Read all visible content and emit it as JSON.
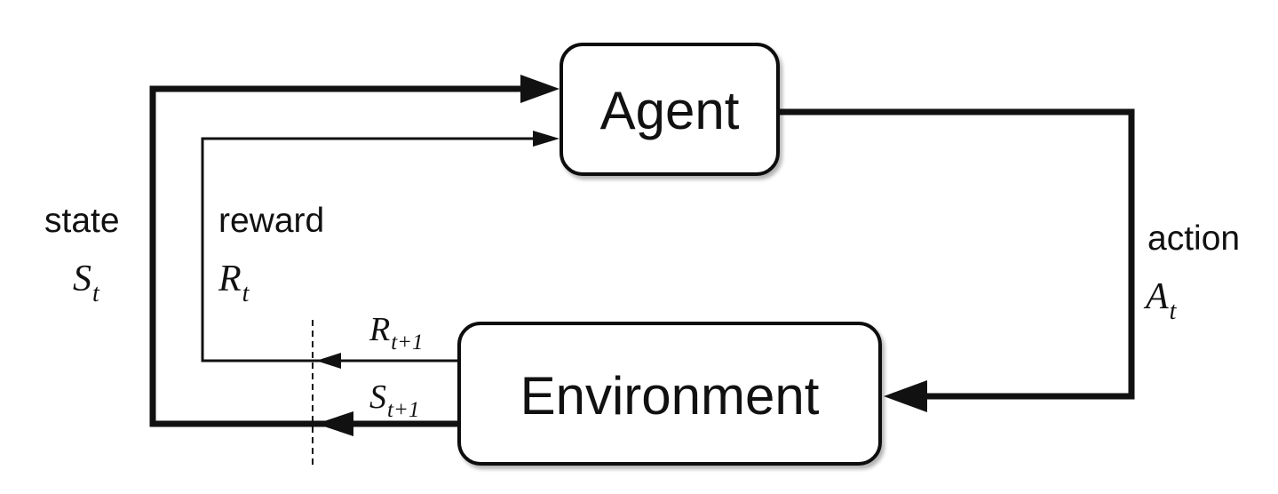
{
  "boxes": {
    "agent": "Agent",
    "environment": "Environment"
  },
  "signals": {
    "state": {
      "label": "state",
      "symbol": "S",
      "subscript": "t"
    },
    "reward": {
      "label": "reward",
      "symbol": "R",
      "subscript": "t"
    },
    "action": {
      "label": "action",
      "symbol": "A",
      "subscript": "t"
    },
    "next_reward": {
      "symbol": "R",
      "subscript": "t+1"
    },
    "next_state": {
      "symbol": "S",
      "subscript": "t+1"
    }
  },
  "colors": {
    "stroke": "#111111",
    "box_fill": "#ffffff",
    "box_shadow": "#9a9a9a"
  }
}
